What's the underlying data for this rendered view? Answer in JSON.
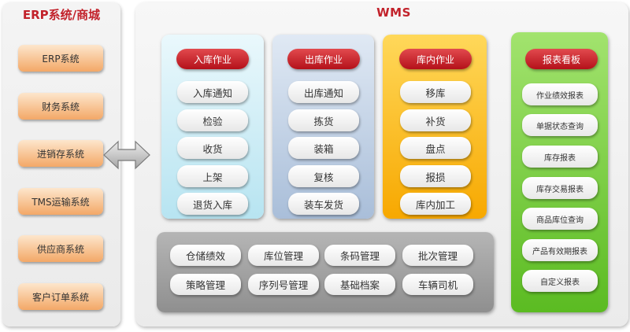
{
  "erp": {
    "title": "ERP系统/商城",
    "items": [
      "ERP系统",
      "财务系统",
      "进销存系统",
      "TMS运输系统",
      "供应商系统",
      "客户订单系统"
    ]
  },
  "wms": {
    "title": "WMS",
    "inbound": {
      "header": "入库作业",
      "items": [
        "入库通知",
        "检验",
        "收货",
        "上架",
        "退货入库"
      ]
    },
    "outbound": {
      "header": "出库作业",
      "items": [
        "出库通知",
        "拣货",
        "装箱",
        "复核",
        "装车发货"
      ]
    },
    "instock": {
      "header": "库内作业",
      "items": [
        "移库",
        "补货",
        "盘点",
        "报损",
        "库内加工"
      ]
    },
    "report": {
      "header": "报表看板",
      "items": [
        "作业绩效报表",
        "单据状态查询",
        "库存报表",
        "库存交易报表",
        "商品库位查询",
        "产品有效期报表",
        "自定义报表"
      ]
    },
    "bottom": {
      "row1": [
        "仓储绩效",
        "库位管理",
        "条码管理",
        "批次管理"
      ],
      "row2": [
        "策略管理",
        "序列号管理",
        "基础档案",
        "车辆司机"
      ]
    }
  },
  "colors": {
    "title_red": "#c2222b",
    "erp_orange": "#f3a867",
    "inbound_blue": "#b7e4f1",
    "outbound_blue": "#a9bed9",
    "instock_yellow": "#f7a800",
    "report_green": "#5bbb22",
    "bottom_gray": "#8f8f8f",
    "header_red": "#b4111a"
  },
  "icons": {
    "connector": "double-arrow-icon"
  }
}
